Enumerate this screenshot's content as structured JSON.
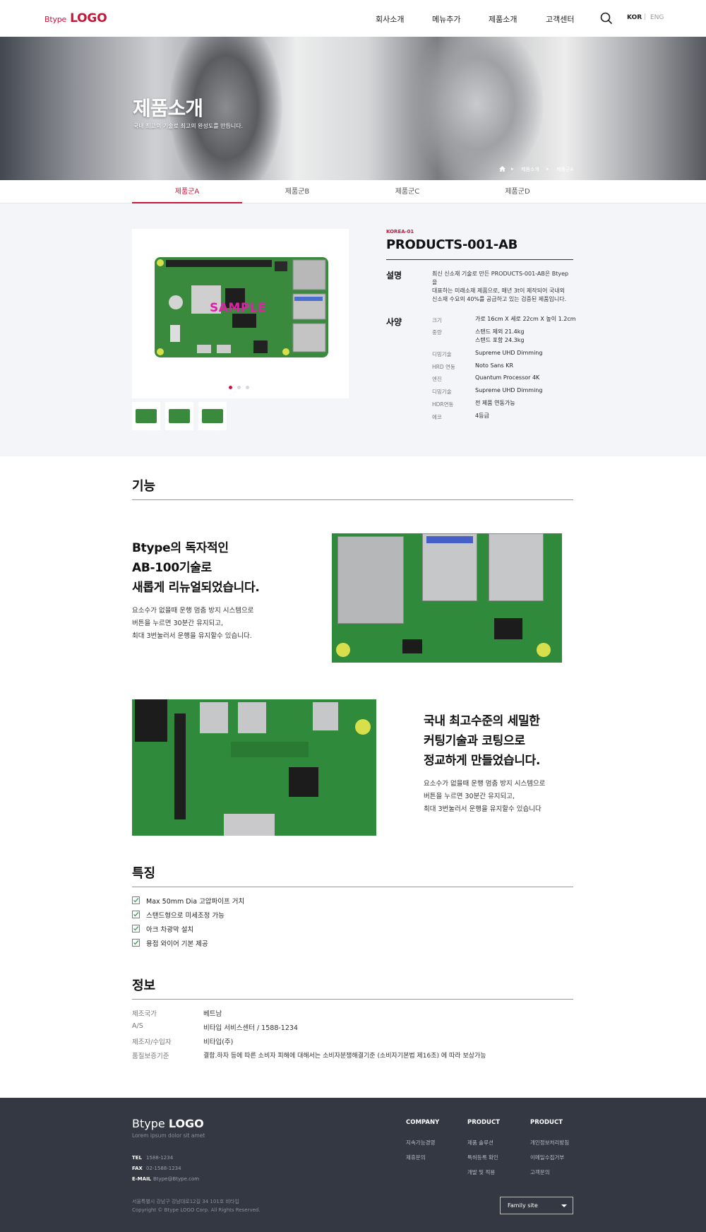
{
  "header": {
    "logo_small": "Btype",
    "logo_big": "LOGO",
    "nav": [
      "회사소개",
      "메뉴추가",
      "제품소개",
      "고객센터"
    ],
    "lang_kor": "KOR",
    "lang_sep": "|",
    "lang_eng": "ENG"
  },
  "hero": {
    "title": "제품소개",
    "subtitle": "국내 최고의 기술로 최고의 완성도를 만듭니다.",
    "breadcrumb": [
      "제품소개",
      "제품군A"
    ]
  },
  "tabs": [
    "제품군A",
    "제품군B",
    "제품군C",
    "제품군D"
  ],
  "product": {
    "code": "KOREA-01",
    "name": "PRODUCTS-001-AB",
    "sample_text": "SAMPLE",
    "desc_label": "설명",
    "desc_lines": [
      "최신 신소재 기술로 만든 PRODUCTS-001-AB은 Btyep을",
      "대표하는 미래소재 제품으로, 매년 3t이 제작되어 국내외",
      "신소재 수요의 40%를 공급하고 있는 검증된 제품입니다."
    ],
    "spec_label": "사양",
    "specs": [
      {
        "k": "크기",
        "v": [
          "가로 16cm X 세로 22cm X 높이  1.2cm"
        ]
      },
      {
        "k": "중량",
        "v": [
          "스탠드 제외 21.4kg",
          "스탠드 포함 24.3kg"
        ]
      },
      {
        "k": "디밍기술",
        "v": [
          "Supreme UHD Dimming"
        ]
      },
      {
        "k": "HRD 연동",
        "v": [
          "Noto Sans KR"
        ]
      },
      {
        "k": "엔진",
        "v": [
          "Quantum Processor 4K"
        ]
      },
      {
        "k": "디밍기술",
        "v": [
          "Supreme UHD Dimming"
        ]
      },
      {
        "k": "HDR연동",
        "v": [
          "전 제품 연동가능"
        ]
      },
      {
        "k": "에코",
        "v": [
          "4등급"
        ]
      }
    ]
  },
  "function": {
    "title": "기능",
    "feature1": {
      "heading": [
        "Btype의 독자적인",
        "AB-100기술로",
        "새롭게 리뉴얼되었습니다."
      ],
      "body": [
        "요소수가 없을때 운행 멈춤 방지 시스템으로",
        "버튼을 누르면 30분간 유지되고,",
        "최대 3번눌러서 운행을 유지할수 있습니다."
      ]
    },
    "feature2": {
      "heading": [
        "국내 최고수준의 세밀한",
        "커팅기술과 코팅으로",
        "정교하게 만들었습니다."
      ],
      "body": [
        "요소수가 없을때 운행 멈춤 방지 시스템으로",
        "버튼을 누르면 30분간 유지되고,",
        "최대 3번눌러서 운행을 유지할수 있습니다"
      ]
    }
  },
  "features": {
    "title": "특징",
    "items": [
      "Max 50mm Dia 고압파이프 거치",
      "스탠드형으로 미세조정 가능",
      "아크 차광막 설치",
      "용접 와이어 기본 제공"
    ]
  },
  "info": {
    "title": "정보",
    "rows": [
      {
        "k": "제조국가",
        "v": "베트남"
      },
      {
        "k": "A/S",
        "v": "비타입 서비스센터 / 1588-1234"
      },
      {
        "k": "제조자/수입자",
        "v": "비타입(주)"
      },
      {
        "k": "품질보증기준",
        "v": "결함.하자 등에 따른 소비자 피해에 대해서는 소비자분쟁해결기준 (소비자기본법 제16조) 에 따라 보상가능"
      }
    ]
  },
  "footer": {
    "logo_light": "Btype",
    "logo_bold": "LOGO",
    "tagline": "Lorem ipsum dolor sit amet",
    "contacts": [
      {
        "k": "TEL",
        "v": "1588-1234"
      },
      {
        "k": "FAX",
        "v": "02-1588-1234"
      },
      {
        "k": "E-MAIL",
        "v": "Btype@Btype.com"
      }
    ],
    "address": "서울특별시 강남구 강남대로12길 34 101호 비타입",
    "copyright": "Copyright © Btype LOGO Corp. All Rights Reserved.",
    "columns": [
      {
        "title": "COMPANY",
        "items": [
          "지속가능경영",
          "제휴문의"
        ]
      },
      {
        "title": "PRODUCT",
        "items": [
          "제품 솔루션",
          "특허등록 확인",
          "개발 및 적용"
        ]
      },
      {
        "title": "PRODUCT",
        "items": [
          "개인정보처리방침",
          "이메일수집거부",
          "고객문의"
        ]
      }
    ],
    "family_site": "Family site"
  },
  "colors": {
    "accent": "#c8173a",
    "footer_bg": "#343843",
    "section_bg": "#f4f5f9"
  }
}
